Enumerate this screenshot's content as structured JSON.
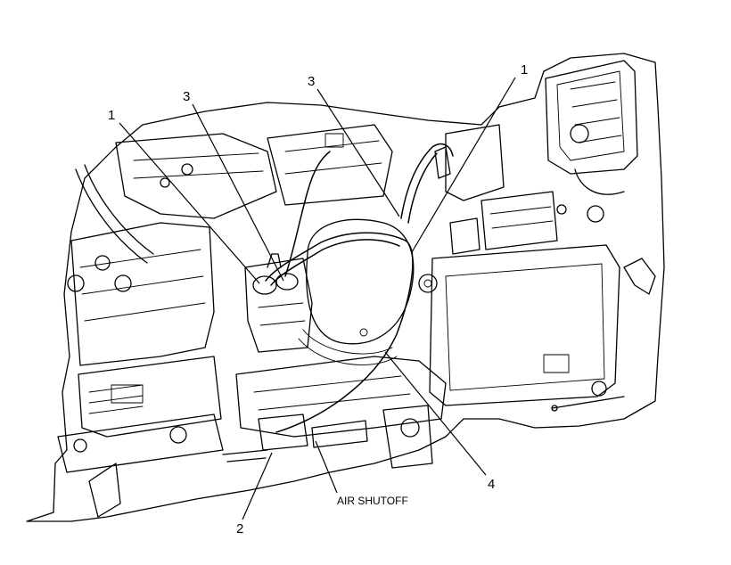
{
  "callouts": {
    "c1_left": "1",
    "c3_left": "3",
    "c3_mid": "3",
    "c1_right": "1",
    "c4": "4",
    "c2": "2"
  },
  "labels": {
    "air_shutoff": "AIR SHUTOFF"
  }
}
